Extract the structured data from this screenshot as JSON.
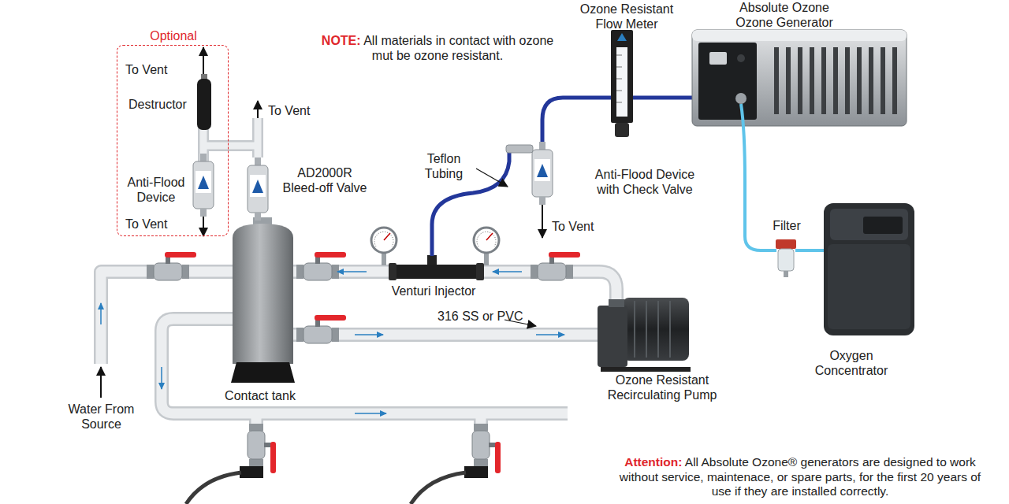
{
  "diagram": {
    "nodes": [
      {
        "text": [
          "Optional",
          "To Vent",
          "Destructor",
          "Anti-Flood Device",
          "To Vent"
        ]
      }
    ],
    "labels": [
      "To Vent",
      "AD2000R Bleed-off Valve",
      "NOTE:",
      "All materials in contact with ozone mut be ozone resistant.",
      "Ozone Resistant Flow Meter",
      "Absolute Ozone Ozone Generator",
      "Teflon Tubing",
      "Anti-Flood Device with Check Valve",
      "To Vent",
      "Filter",
      "Oxygen Concentrator",
      "Venturi Injector",
      "316 SS or PVC",
      "Contact tank",
      "Ozone Resistant Recirculating Pump",
      "Water From Source",
      "Attention:",
      "All Absolute Ozone® generators are designed to work without service, maintenace, or spare parts, for the first 20 years of use if they are installed correctly."
    ]
  }
}
